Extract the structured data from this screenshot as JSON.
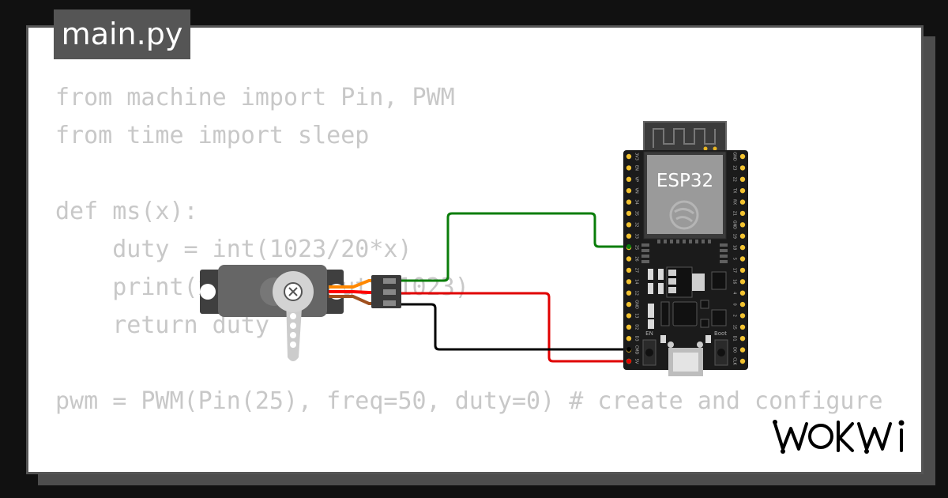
{
  "file": {
    "name": "main.py"
  },
  "code": {
    "lines": [
      "from machine import Pin, PWM",
      "from time import sleep",
      "",
      "def ms(x):",
      "    duty = int(1023/20*x)",
      "    print(x, duty, duty/1023)",
      "    return duty",
      "",
      "pwm = PWM(Pin(25), freq=50, duty=0) # create and configure"
    ]
  },
  "board": {
    "name": "ESP32",
    "en_label": "EN",
    "boot_label": "Boot",
    "left_pins": [
      "3V3",
      "EN",
      "VP",
      "VN",
      "34",
      "35",
      "32",
      "33",
      "25",
      "26",
      "27",
      "14",
      "12",
      "GND",
      "13",
      "D2",
      "D3",
      "CMD",
      "5V"
    ],
    "right_pins": [
      "GND",
      "23",
      "22",
      "TX",
      "RX",
      "21",
      "GND",
      "19",
      "18",
      "5",
      "17",
      "16",
      "4",
      "0",
      "2",
      "15",
      "D1",
      "D0",
      "CLK"
    ]
  },
  "wires": {
    "signal_color": "#0a7d0a",
    "power_color": "#e00000",
    "ground_color": "#000000"
  },
  "servo": {
    "wire_colors": [
      "#ff8800",
      "#ff0000",
      "#a0501e"
    ]
  },
  "brand": {
    "logo": "wokwi-logo"
  }
}
